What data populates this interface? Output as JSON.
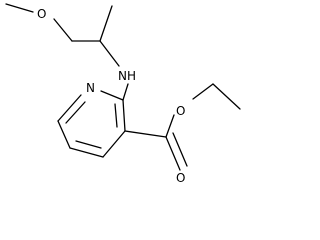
{
  "molecule": {
    "atoms": {
      "methoxy_o": "O",
      "amine_nh": "NH",
      "pyridine_n": "N",
      "ester_ether_o": "O",
      "carbonyl_o": "O"
    },
    "colors": {
      "bond": "#000000",
      "label": "#000000",
      "background": "#ffffff"
    }
  }
}
